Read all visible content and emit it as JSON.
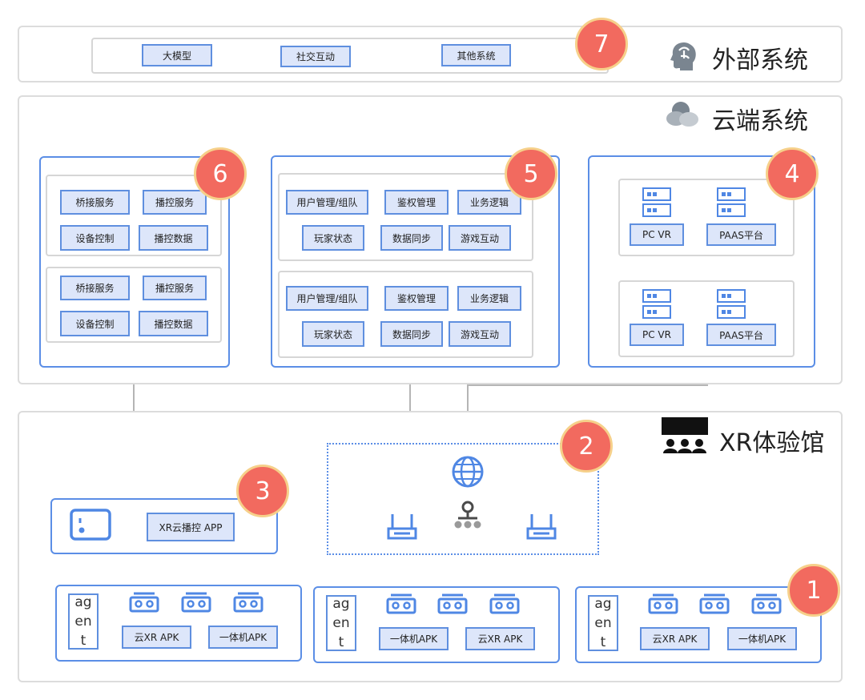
{
  "sections": {
    "external": {
      "title": "外部系统",
      "badge": "7",
      "items": [
        "大模型",
        "社交互动",
        "其他系统"
      ]
    },
    "cloud": {
      "title": "云端系统",
      "group6": {
        "badge": "6",
        "rows": [
          [
            "桥接服务",
            "播控服务",
            "设备控制",
            "播控数据"
          ],
          [
            "桥接服务",
            "播控服务",
            "设备控制",
            "播控数据"
          ]
        ]
      },
      "group5": {
        "badge": "5",
        "rows": [
          [
            "用户管理/组队",
            "鉴权管理",
            "业务逻辑",
            "玩家状态",
            "数据同步",
            "游戏互动"
          ],
          [
            "用户管理/组队",
            "鉴权管理",
            "业务逻辑",
            "玩家状态",
            "数据同步",
            "游戏互动"
          ]
        ]
      },
      "group4": {
        "badge": "4",
        "rows": [
          [
            "PC VR",
            "PAAS平台"
          ],
          [
            "PC VR",
            "PAAS平台"
          ]
        ]
      }
    },
    "xr": {
      "title": "XR体验馆",
      "network_badge": "2",
      "app_badge": "3",
      "app_label": "XR云播控 APP",
      "stations": [
        {
          "agent": "agent",
          "apks": [
            "云XR APK",
            "一体机APK"
          ]
        },
        {
          "agent": "agent",
          "apks": [
            "一体机APK",
            "云XR APK"
          ]
        },
        {
          "agent": "agent",
          "apks": [
            "云XR APK",
            "一体机APK"
          ],
          "badge": "1"
        }
      ]
    }
  },
  "icons": {
    "external": "head-icon",
    "cloud": "cloud-icon",
    "xr": "audience-icon",
    "network": "globe-icon",
    "router": "router-icon",
    "hub": "network-hub-icon",
    "server": "server-icon",
    "vr": "vr-headset-icon",
    "device": "tablet-icon"
  },
  "colors": {
    "accent": "#5b8ee6",
    "chip_fill": "#dde6fa",
    "badge": "#f26a5f",
    "badge_border": "#f6d08a",
    "connector": "#b3b3b3"
  }
}
